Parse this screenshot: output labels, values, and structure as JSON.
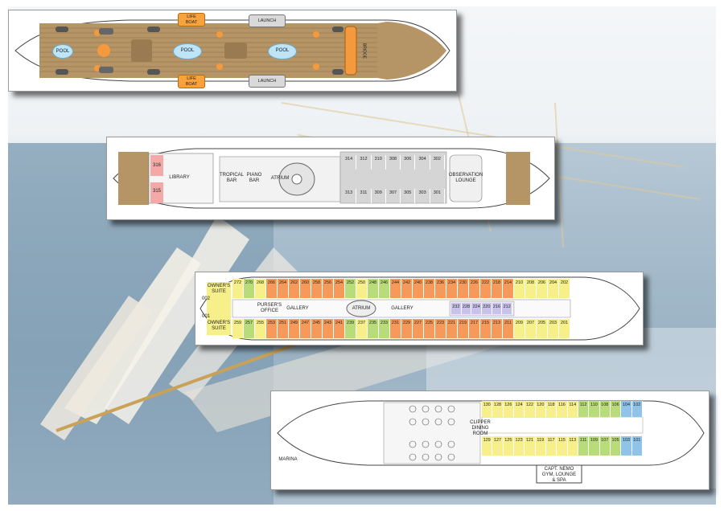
{
  "sun_deck": {
    "pools": [
      "POOL",
      "POOL",
      "POOL"
    ],
    "lifeboats": [
      "LIFE\nBOAT",
      "LIFE\nBOAT"
    ],
    "launches": [
      "LAUNCH",
      "LAUNCH"
    ],
    "bridge": "BRIDGE"
  },
  "main_deck": {
    "library": "LIBRARY",
    "cabins_left": [
      "316",
      "315"
    ],
    "tropical_bar": "TROPICAL\nBAR",
    "piano_bar": "PIANO\nBAR",
    "atrium": "ATRIUM",
    "observation_lounge": "OBSERVATION\nLOUNGE",
    "cabins_top": [
      "314",
      "312",
      "310",
      "308",
      "306",
      "304",
      "302"
    ],
    "cabins_bottom": [
      "313",
      "311",
      "309",
      "307",
      "305",
      "303",
      "301"
    ]
  },
  "promenade_deck": {
    "owners_suite_top": "OWNER'S\nSUITE",
    "owners_suite_bottom": "OWNER'S\nSUITE",
    "suite_numbers": [
      "002",
      "001"
    ],
    "pursers_office": "PURSER'S\nOFFICE",
    "gallery_left": "GALLERY",
    "atrium": "ATRIUM",
    "gallery_right": "GALLERY",
    "cabins_top": [
      "272",
      "270",
      "268",
      "266",
      "264",
      "262",
      "260",
      "258",
      "256",
      "254",
      "252",
      "250",
      "248",
      "246",
      "244",
      "242",
      "240",
      "238",
      "236",
      "234",
      "230",
      "226",
      "222",
      "218",
      "214",
      "210",
      "208",
      "206",
      "204",
      "202"
    ],
    "cabins_bottom": [
      "259",
      "257",
      "255",
      "253",
      "251",
      "249",
      "247",
      "245",
      "243",
      "241",
      "239",
      "237",
      "235",
      "233",
      "231",
      "229",
      "227",
      "225",
      "223",
      "221",
      "219",
      "217",
      "215",
      "213",
      "211",
      "209",
      "207",
      "205",
      "203",
      "201"
    ],
    "center_cabins": [
      "232",
      "228",
      "224",
      "220",
      "216",
      "212"
    ]
  },
  "clipper_deck": {
    "marina": "MARINA",
    "dining_room": "CLIPPER\nDINING\nROOM",
    "gym": "CAPT. NEMO\nGYM, LOUNGE\n& SPA",
    "cabins_top": [
      "130",
      "128",
      "126",
      "124",
      "122",
      "120",
      "118",
      "116",
      "114",
      "112",
      "110",
      "108",
      "106",
      "104",
      "102"
    ],
    "cabins_bottom": [
      "129",
      "127",
      "125",
      "123",
      "121",
      "119",
      "117",
      "115",
      "113",
      "111",
      "109",
      "107",
      "105",
      "103",
      "101"
    ]
  },
  "colors": {
    "orange": "#f59a5a",
    "yellow": "#f6ef8a",
    "green": "#b9dc7a",
    "blue": "#8fc3e8",
    "lilac": "#c9c3ec",
    "grey": "#d5d5d5",
    "wood": "#b59466"
  }
}
